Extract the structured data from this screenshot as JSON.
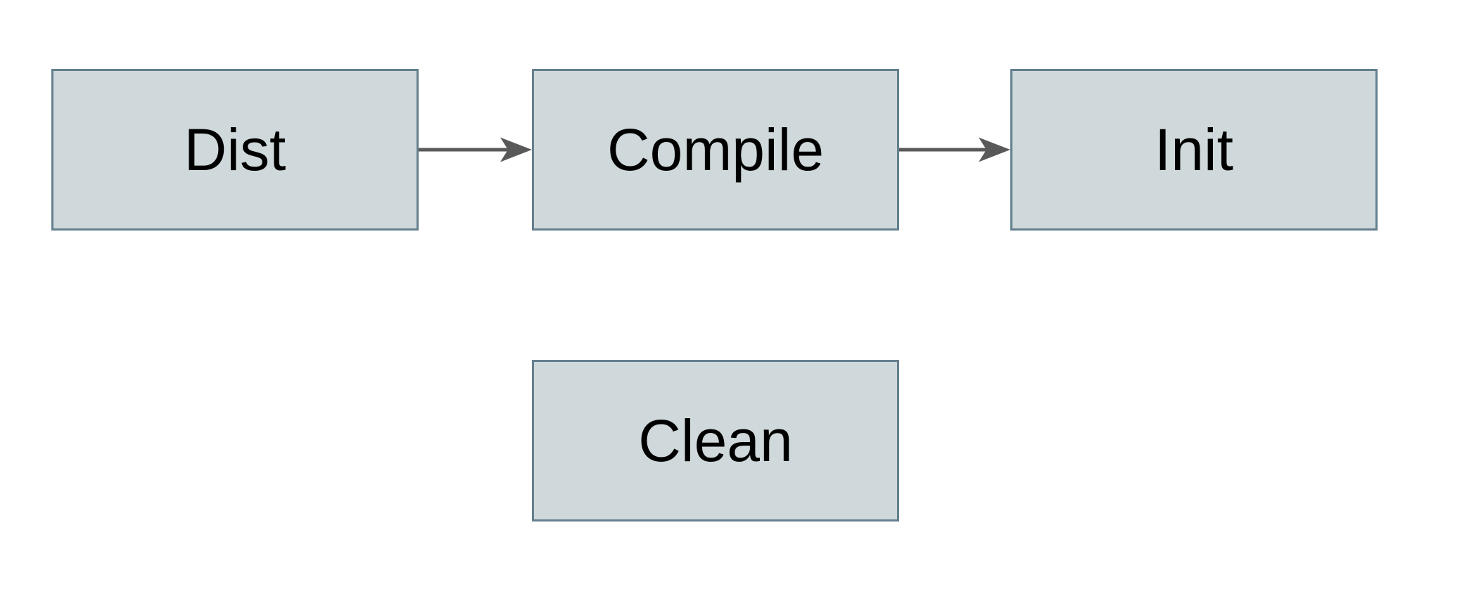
{
  "diagram": {
    "type": "flowchart",
    "nodes": [
      {
        "id": "dist",
        "label": "Dist"
      },
      {
        "id": "compile",
        "label": "Compile"
      },
      {
        "id": "init",
        "label": "Init"
      },
      {
        "id": "clean",
        "label": "Clean"
      }
    ],
    "edges": [
      {
        "from": "Dist",
        "to": "Compile",
        "style": "arrow-right"
      },
      {
        "from": "Compile",
        "to": "Init",
        "style": "arrow-right"
      }
    ],
    "colors": {
      "node_fill": "#cfd8da",
      "node_border": "#647f8e",
      "arrow_color": "#595959",
      "text_color": "#000000",
      "background": "#ffffff"
    }
  }
}
